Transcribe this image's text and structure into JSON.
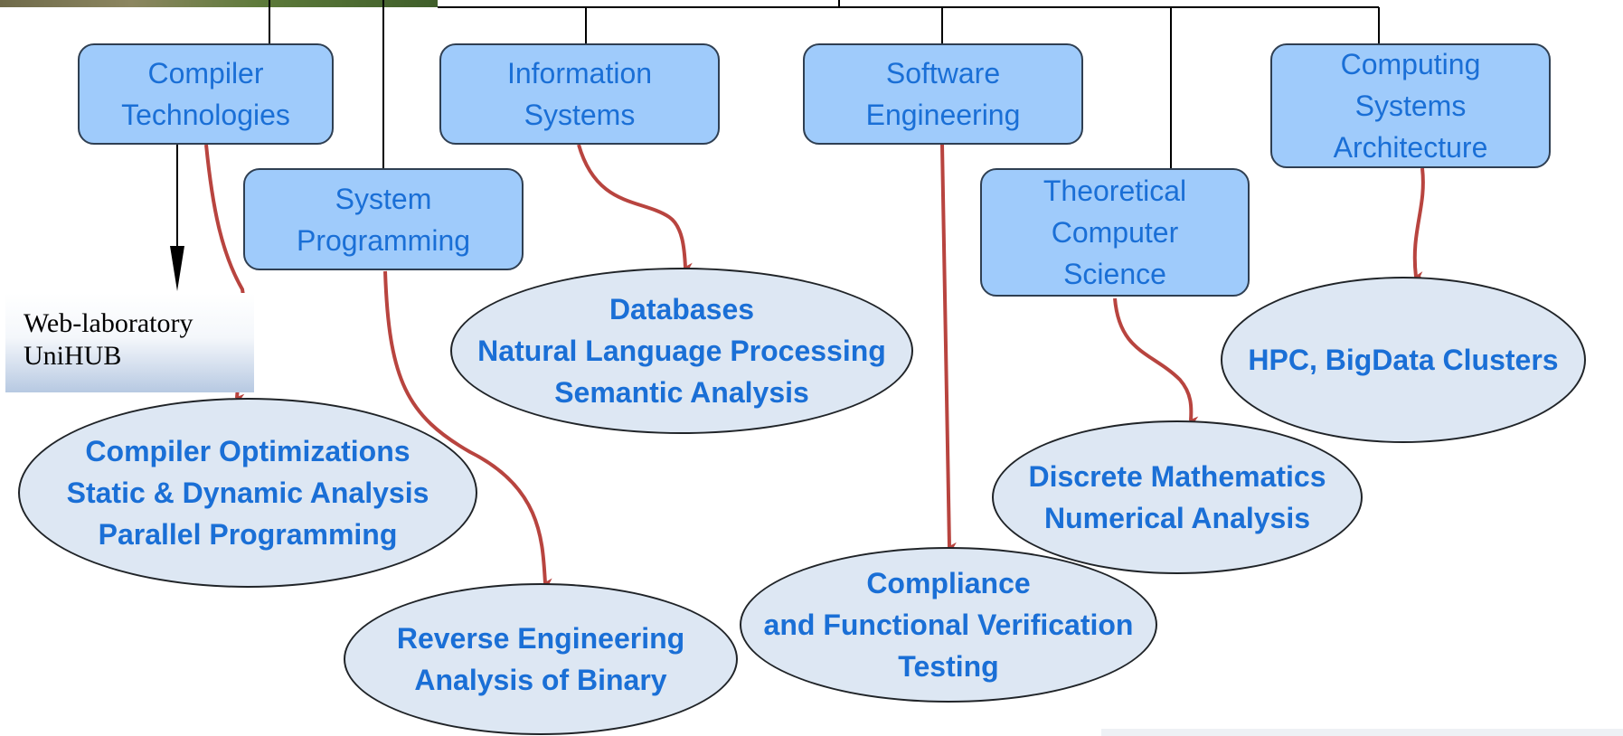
{
  "diagram": {
    "lab_label": "Web-laboratory\nUniHUB",
    "areas": [
      {
        "id": "compiler",
        "label": "Compiler\nTechnologies",
        "topics": "Compiler Optimizations\nStatic & Dynamic Analysis\nParallel Programming"
      },
      {
        "id": "system",
        "label": "System\nProgramming",
        "topics": "Reverse Engineering\nAnalysis of Binary"
      },
      {
        "id": "information",
        "label": "Information\nSystems",
        "topics": "Databases\nNatural Language Processing\nSemantic Analysis"
      },
      {
        "id": "software",
        "label": "Software\nEngineering",
        "topics": "Compliance\nand Functional Verification\nTesting"
      },
      {
        "id": "theoretical",
        "label": "Theoretical\nComputer\nScience",
        "topics": "Discrete Mathematics\nNumerical Analysis"
      },
      {
        "id": "computing",
        "label": "Computing\nSystems\nArchitecture",
        "topics": "HPC, BigData Clusters"
      }
    ],
    "colors": {
      "box_fill": "#9fcbfb",
      "box_border": "#2f3f52",
      "text": "#1a6fd6",
      "ellipse_fill": "#dde7f3",
      "arrow": "#b8443f",
      "connector": "#000000"
    }
  }
}
